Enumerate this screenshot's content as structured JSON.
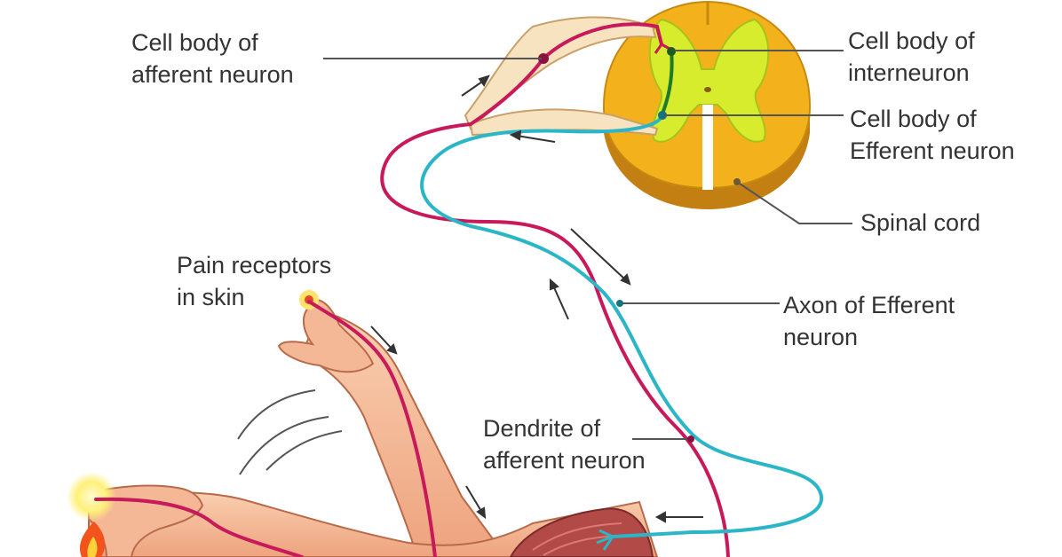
{
  "colors": {
    "afferent": "#c8195a",
    "efferent": "#2bb6c8",
    "interneuron": "#1f7a2a",
    "gray_matter": "#d6ec2c",
    "white_matter": "#f3b11c",
    "cord_shadow": "#c47f12",
    "skin": "#f4b896",
    "skin_outline": "#b86a4a",
    "muscle": "#b24a48",
    "leader_line": "#555555",
    "flame": "#f2541b"
  },
  "labels": {
    "afferent_cell_body": {
      "line1": "Cell body of",
      "line2": "afferent neuron"
    },
    "interneuron_cell_body": {
      "line1": "Cell body of",
      "line2": "interneuron"
    },
    "efferent_cell_body": {
      "line1": "Cell body of",
      "line2": "Efferent neuron"
    },
    "spinal_cord": {
      "line1": "Spinal cord"
    },
    "pain_receptors": {
      "line1": "Pain receptors",
      "line2": "in skin"
    },
    "efferent_axon": {
      "line1": "Axon of Efferent",
      "line2": "neuron"
    },
    "afferent_dendrite": {
      "line1": "Dendrite of",
      "line2": "afferent neuron"
    }
  },
  "icons": [
    "spinal-cord-cross-section",
    "arm-hand",
    "flame",
    "direction-arrow",
    "motion-line"
  ]
}
